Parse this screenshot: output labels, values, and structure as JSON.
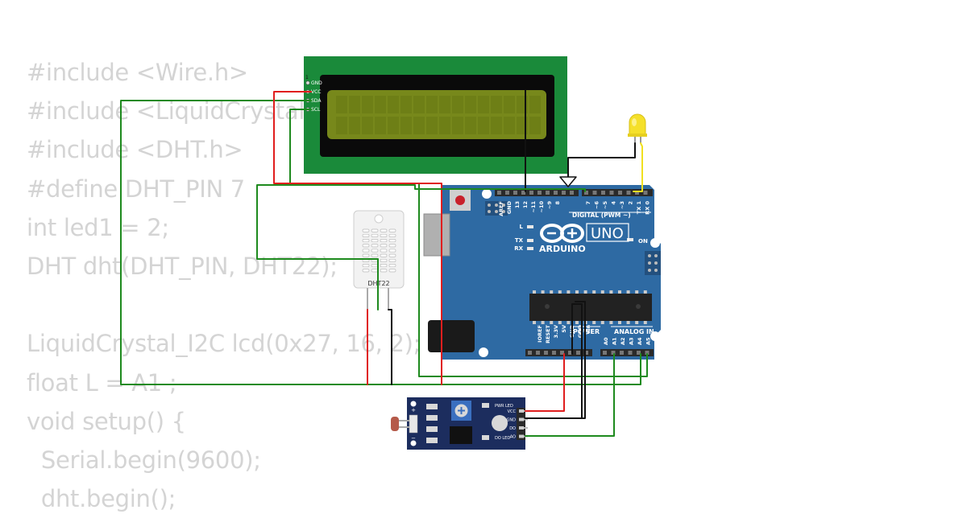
{
  "code_lines": [
    "#include <Wire.h>",
    "#include <LiquidCrystal_I2C.h>",
    "#include <DHT.h>",
    "#define DHT_PIN 7",
    "int led1 = 2;",
    "DHT dht(DHT_PIN, DHT22);",
    "",
    "LiquidCrystal_I2C lcd(0x27, 16, 2);",
    "float L = A1 ;",
    "void setup() {",
    "  Serial.begin(9600);",
    "  dht.begin();"
  ],
  "lcd": {
    "pins": [
      "GND",
      "VCC",
      "SDA",
      "SCL"
    ],
    "pin_number": "1",
    "bezel_color": "#1a8a3a",
    "screen_color": "#77881b"
  },
  "arduino": {
    "model": "UNO",
    "brand": "ARDUINO",
    "digital_label": "DIGITAL (PWM ~)",
    "power_label": "POWER",
    "analog_label": "ANALOG IN",
    "on_label": "ON",
    "led_labels": [
      "L",
      "TX",
      "RX"
    ],
    "top_pin_labels": [
      "AREF",
      "GND",
      "13",
      "12",
      "~11",
      "~10",
      "~9",
      "8",
      "7",
      "~6",
      "~5",
      "4",
      "~3",
      "2",
      "TX 1",
      "RX 0"
    ],
    "power_pin_labels": [
      "IOREF",
      "RESET",
      "3.3V",
      "5V",
      "GND",
      "GND",
      "Vin"
    ],
    "analog_pin_labels": [
      "A0",
      "A1",
      "A2",
      "A3",
      "A4",
      "A5"
    ],
    "board_color": "#2e6aa3"
  },
  "dht": {
    "label": "DHT22"
  },
  "led": {
    "color": "#f5e02a"
  },
  "ldr_module": {
    "pin_labels": [
      "VCC",
      "GND",
      "DO",
      "AO"
    ],
    "pwr_label": "PWR LED",
    "do_label": "DO LED"
  },
  "wire_colors": {
    "red": "#e01e1e",
    "black": "#111111",
    "green": "#1e8a1e",
    "yellow": "#f0e020"
  }
}
